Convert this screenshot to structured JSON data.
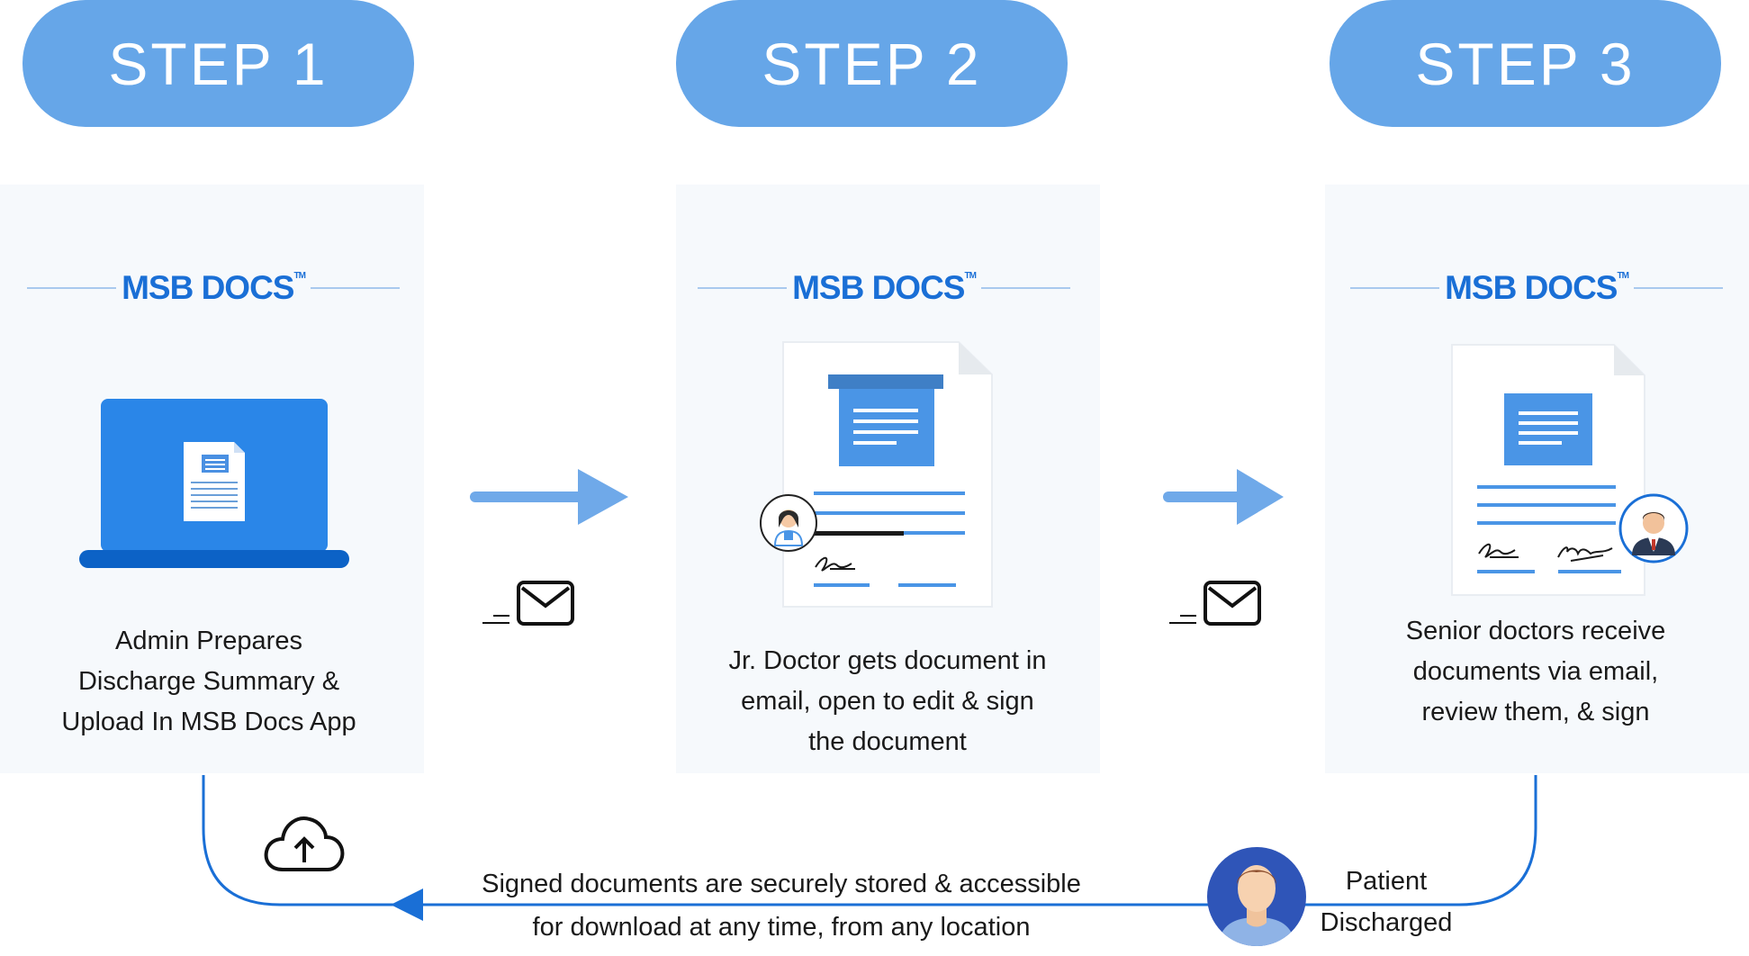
{
  "steps": [
    {
      "label": "STEP 1",
      "brand": "MSB DOCS",
      "tm": "TM",
      "caption_lines": [
        "Admin Prepares",
        "Discharge Summary &",
        "Upload In MSB Docs App"
      ]
    },
    {
      "label": "STEP 2",
      "brand": "MSB DOCS",
      "tm": "TM",
      "caption_lines": [
        "Jr. Doctor gets document in",
        "email, open to edit & sign",
        "the document"
      ]
    },
    {
      "label": "STEP 3",
      "brand": "MSB DOCS",
      "tm": "TM",
      "caption_lines": [
        "Senior doctors receive",
        "documents via email,",
        "review them, & sign"
      ]
    }
  ],
  "storage_text_lines": [
    "Signed documents are securely stored & accessible",
    "for download at any time, from any location"
  ],
  "patient_text_lines": [
    "Patient",
    "Discharged"
  ],
  "icons": {
    "laptop": "laptop-document-icon",
    "document": "document-icon",
    "arrow": "arrow-right-icon",
    "mail": "mail-icon",
    "cloud": "cloud-upload-icon",
    "jr_doctor": "female-doctor-avatar-icon",
    "senior_doctor": "male-doctor-avatar-icon",
    "patient": "patient-avatar-icon"
  },
  "colors": {
    "pill": "#66a6e8",
    "brand": "#1a6fd6",
    "panel": "#f6f9fc",
    "flow_line": "#1a6fd6",
    "arrow": "#6fa9e9"
  }
}
